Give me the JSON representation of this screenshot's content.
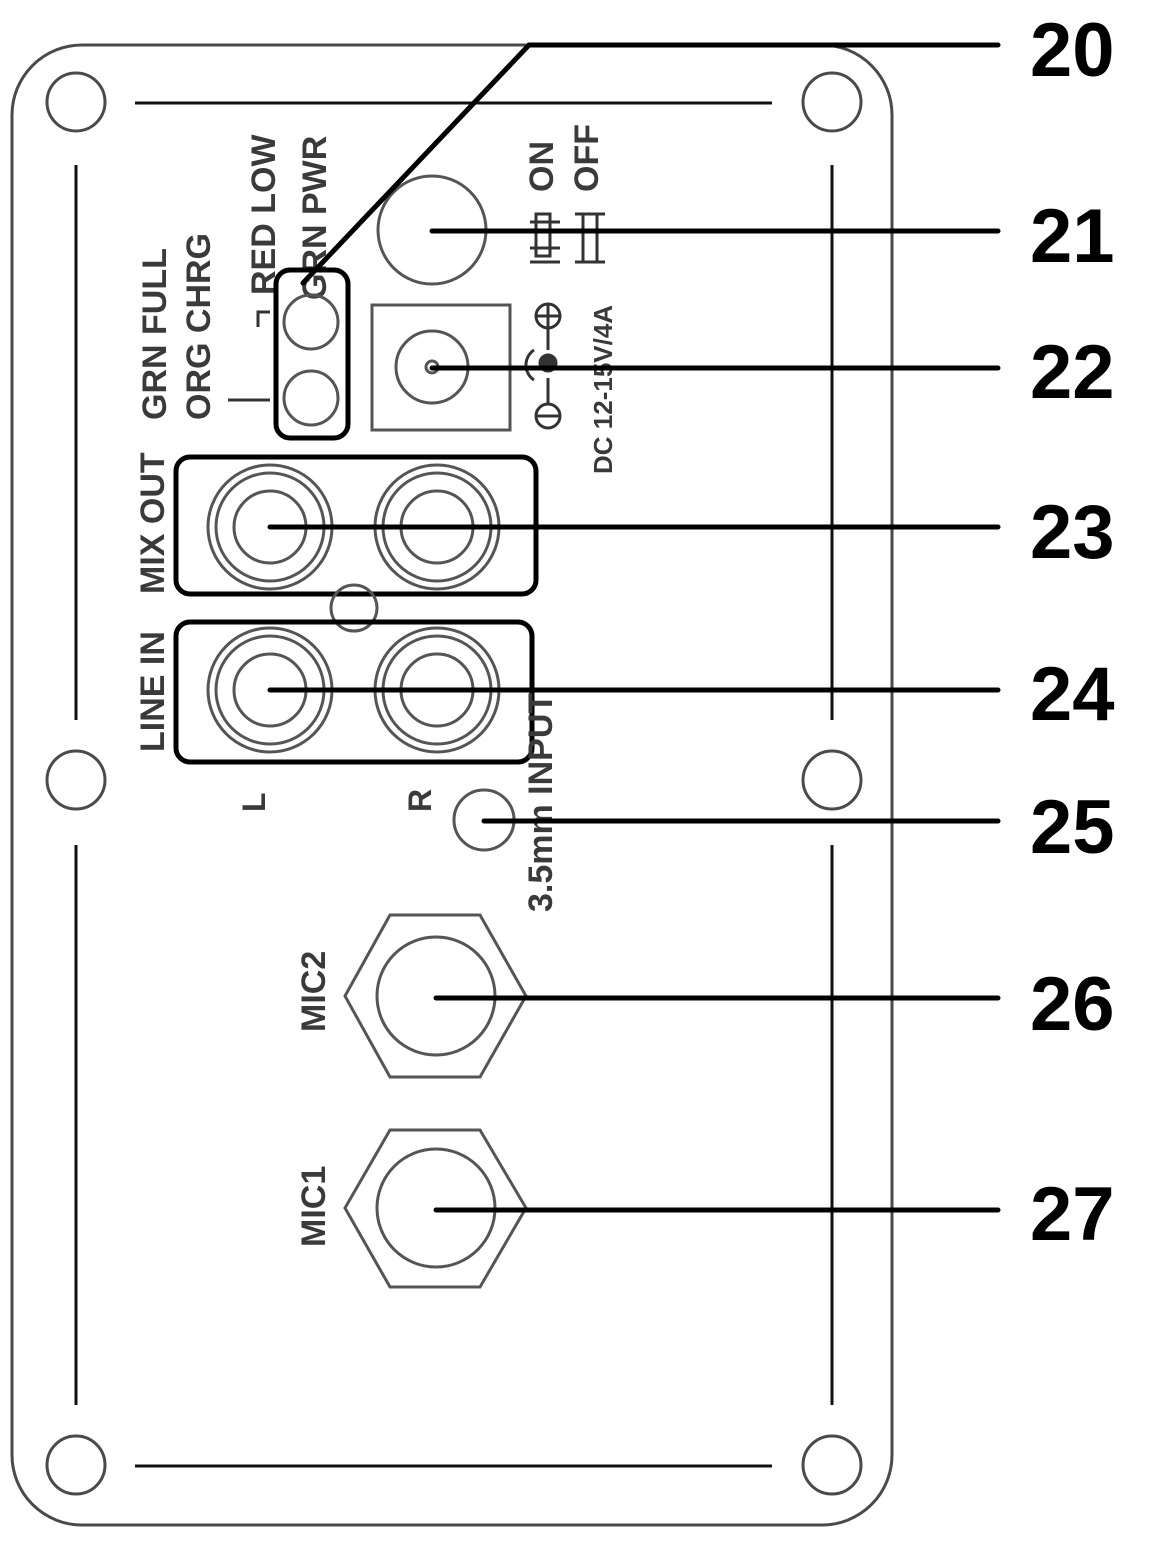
{
  "labels": {
    "grn_full": "GRN FULL",
    "org_chrg": "ORG CHRG",
    "red_low": "RED LOW",
    "grn_pwr": "GRN PWR",
    "on": "ON",
    "off": "OFF",
    "dc": "DC 12-15V/4A",
    "mix_out": "MIX OUT",
    "line_in": "LINE IN",
    "left": "L",
    "right": "R",
    "input_35": "3.5mm INPUT",
    "mic2": "MIC2",
    "mic1": "MIC1",
    "plus": "+",
    "minus": "−"
  },
  "callouts": [
    "20",
    "21",
    "22",
    "23",
    "24",
    "25",
    "26",
    "27"
  ],
  "colors": {
    "panel_stroke": "#4a4a4a",
    "leader": "#000000"
  }
}
